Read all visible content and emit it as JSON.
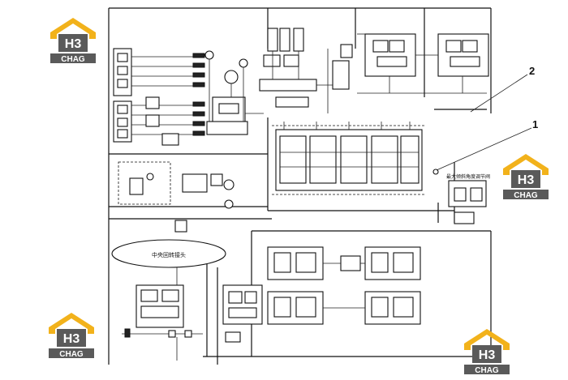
{
  "callouts": [
    "2",
    "1"
  ],
  "bus_label": "中央回转接头",
  "box_label": "最大倾斜角度调节阀",
  "logo_text": "CHAG",
  "logo_mark": "H3",
  "colors": {
    "logo_gold": "#f2b21b",
    "logo_dark": "#5a5a5a",
    "line": "#111111"
  }
}
